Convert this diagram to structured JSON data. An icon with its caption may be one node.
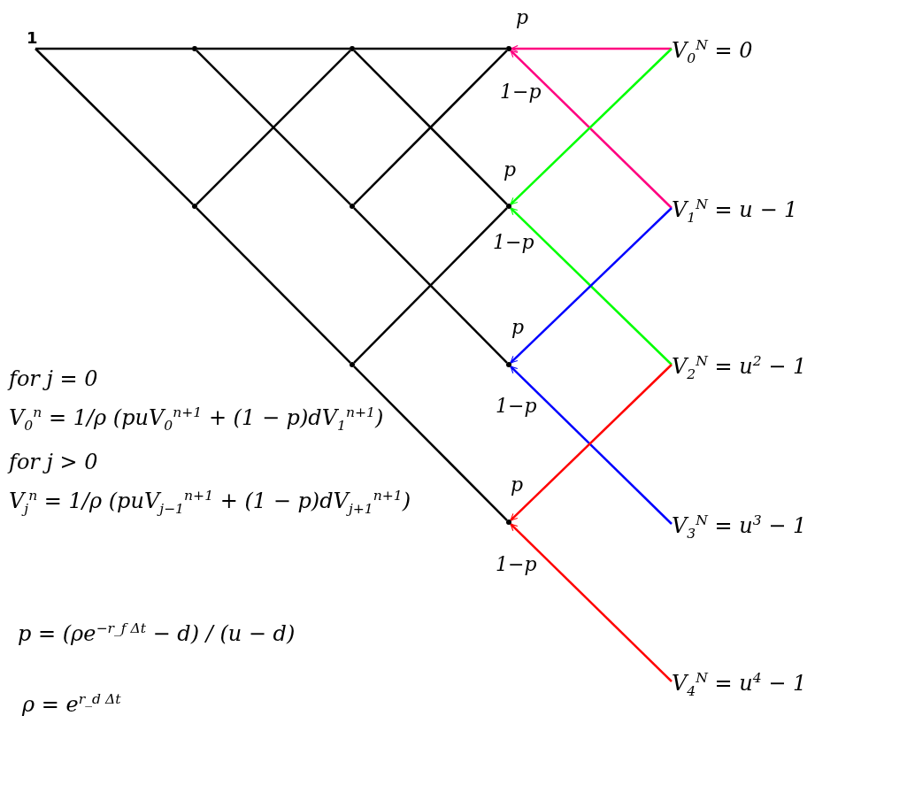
{
  "diagram": {
    "nodes": [
      {
        "text": [
          "1"
        ]
      },
      {
        "text": [],
        "shape": "point"
      },
      {
        "text": [],
        "shape": "point"
      },
      {
        "text": [],
        "shape": "point"
      },
      {
        "text": [],
        "shape": "point"
      },
      {
        "text": [],
        "shape": "point"
      },
      {
        "text": [],
        "shape": "point"
      },
      {
        "text": [],
        "shape": "point"
      },
      {
        "text": [],
        "shape": "point"
      },
      {
        "text": [],
        "shape": "point"
      },
      {
        "text": [
          "V$_{0}$$^{N}$ = 0"
        ]
      },
      {
        "text": [
          "V$_{1}$$^{N}$ = u − 1"
        ]
      },
      {
        "text": [
          "V$_{2}$$^{N}$ = u$^{2}$ − 1"
        ]
      },
      {
        "text": [
          "V$_{3}$$^{N}$ = u$^{3}$ − 1"
        ]
      },
      {
        "text": [
          "V$_{4}$$^{N}$ = u$^{4}$ − 1"
        ]
      }
    ],
    "edges": [
      {
        "from": 0,
        "to": 1,
        "arrow": "none"
      },
      {
        "from": 1,
        "to": 3,
        "arrow": "none"
      },
      {
        "from": 3,
        "to": 6,
        "arrow": "none"
      },
      {
        "from": 0,
        "to": 2,
        "arrow": "none"
      },
      {
        "from": 2,
        "to": 5,
        "arrow": "none"
      },
      {
        "from": 5,
        "to": 9,
        "arrow": "none"
      },
      {
        "from": 1,
        "to": 4,
        "arrow": "none"
      },
      {
        "from": 4,
        "to": 8,
        "arrow": "none"
      },
      {
        "from": 3,
        "to": 7,
        "arrow": "none"
      },
      {
        "from": 2,
        "to": 3,
        "arrow": "none"
      },
      {
        "from": 4,
        "to": 6,
        "arrow": "none"
      },
      {
        "from": 5,
        "to": 7,
        "arrow": "none"
      },
      {
        "from": 10,
        "to": 6,
        "arrow": "to",
        "label": "p",
        "color": "#ff0080"
      },
      {
        "from": 11,
        "to": 6,
        "arrow": "to",
        "label": "1−p",
        "color": "#ff0080"
      },
      {
        "from": 10,
        "to": 7,
        "arrow": "to",
        "label": "p",
        "color": "#00ff00"
      },
      {
        "from": 12,
        "to": 7,
        "arrow": "to",
        "label": "1−p",
        "color": "#00ff00"
      },
      {
        "from": 11,
        "to": 8,
        "arrow": "to",
        "label": "p",
        "color": "#0000ff"
      },
      {
        "from": 13,
        "to": 8,
        "arrow": "to",
        "label": "1−p",
        "color": "#0000ff"
      },
      {
        "from": 12,
        "to": 9,
        "arrow": "to",
        "label": "p",
        "color": "#ff0000"
      },
      {
        "from": 14,
        "to": 9,
        "arrow": "to",
        "label": "1−p",
        "color": "#ff0000"
      }
    ],
    "labels": [
      "for j = 0",
      "V$_{0}$$^{n}$ = 1/ρ (puV$_{0}$$^{n+1}$ + (1 − p)dV$_{1}$$^{n+1}$)",
      "for j > 0",
      "V$_{j}$$^{n}$ = 1/ρ (puV$_{j−1}$$^{n+1}$ + (1 − p)dV$_{j+1}$$^{n+1}$)",
      "p = (ρe$^{−r_f Δt}$ − d) / (u − d)",
      "ρ = e$^{r_d Δt}$"
    ]
  }
}
